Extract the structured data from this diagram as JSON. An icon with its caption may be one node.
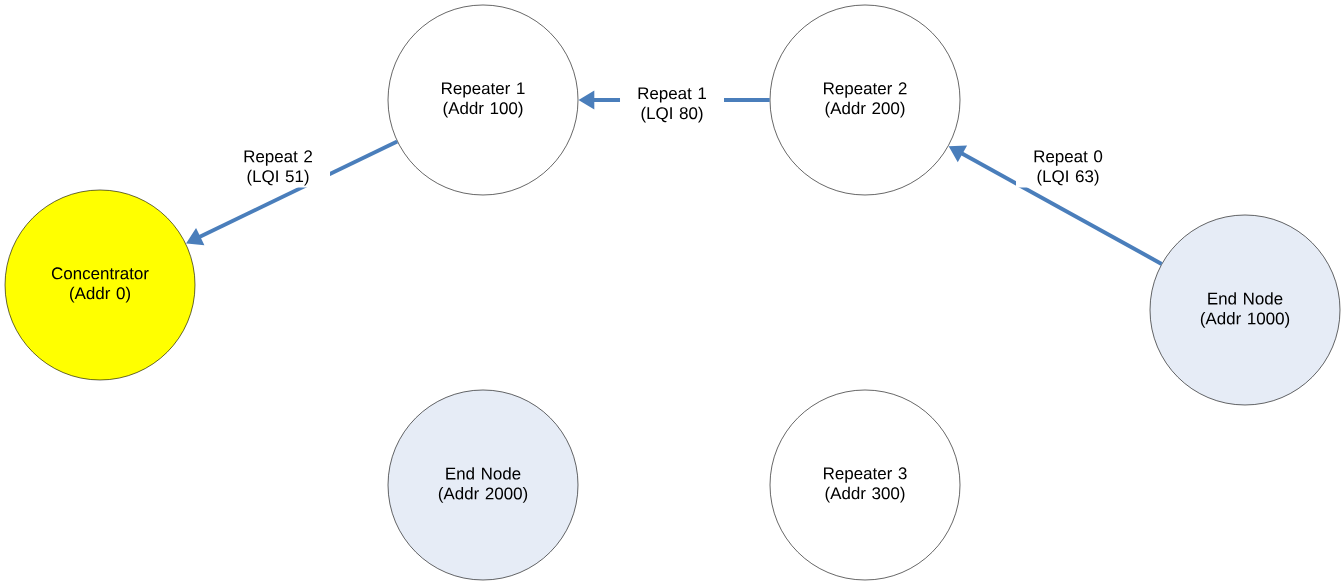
{
  "diagram": {
    "nodes": [
      {
        "text": [
          "Repeater 1 (Addr 100)"
        ]
      },
      {
        "text": [
          "Repeater 2 (Addr 200)"
        ]
      },
      {
        "text": [
          "Concentrator (Addr 0)"
        ]
      },
      {
        "text": [
          "End Node (Addr 1000)"
        ]
      },
      {
        "text": [
          "End Node (Addr 2000)"
        ]
      },
      {
        "text": [
          "Repeater 3 (Addr 300)"
        ]
      }
    ],
    "edges": [
      {
        "from": 3,
        "to": 1,
        "arrow": "to",
        "label": "Repeat 0 (LQI 63)"
      },
      {
        "from": 1,
        "to": 0,
        "arrow": "to",
        "label": "Repeat 1 (LQI 80)"
      },
      {
        "from": 0,
        "to": 2,
        "arrow": "to",
        "label": "Repeat 2 (LQI 51)"
      }
    ]
  }
}
